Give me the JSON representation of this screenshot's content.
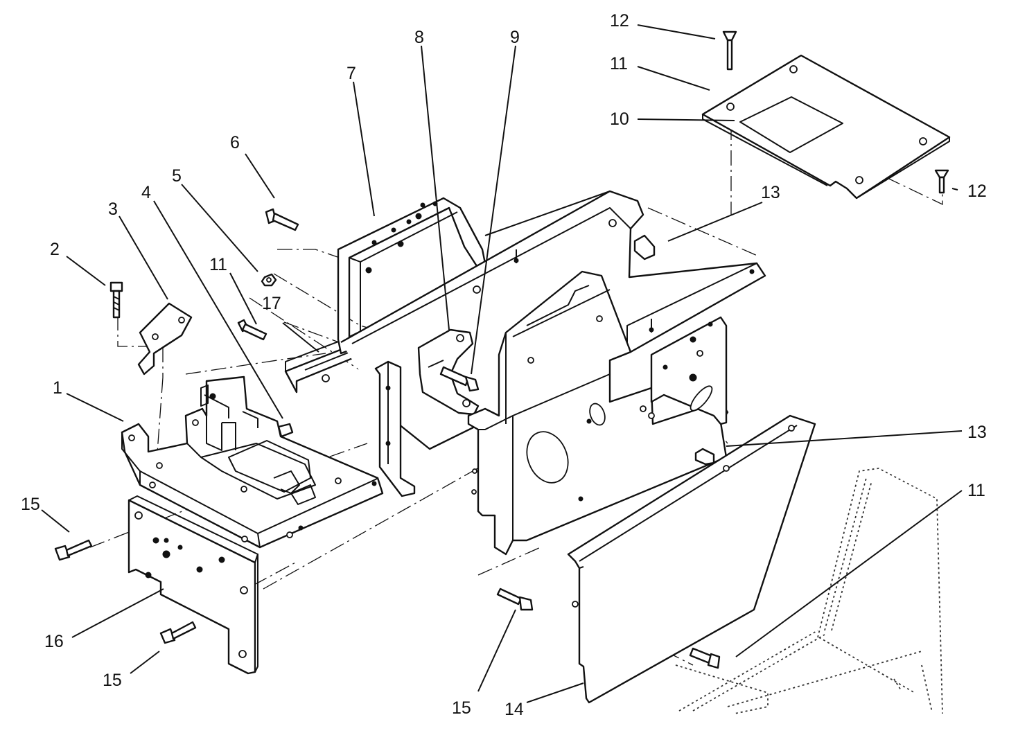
{
  "diagram": {
    "callouts": [
      {
        "id": "c1",
        "text": "1"
      },
      {
        "id": "c2",
        "text": "2"
      },
      {
        "id": "c3",
        "text": "3"
      },
      {
        "id": "c4",
        "text": "4"
      },
      {
        "id": "c5",
        "text": "5"
      },
      {
        "id": "c6",
        "text": "6"
      },
      {
        "id": "c7",
        "text": "7"
      },
      {
        "id": "c8",
        "text": "8"
      },
      {
        "id": "c9",
        "text": "9"
      },
      {
        "id": "c10",
        "text": "10"
      },
      {
        "id": "c11a",
        "text": "11"
      },
      {
        "id": "c11b",
        "text": "11"
      },
      {
        "id": "c11c",
        "text": "11"
      },
      {
        "id": "c12a",
        "text": "12"
      },
      {
        "id": "c12b",
        "text": "12"
      },
      {
        "id": "c13a",
        "text": "13"
      },
      {
        "id": "c13b",
        "text": "13"
      },
      {
        "id": "c14",
        "text": "14"
      },
      {
        "id": "c15a",
        "text": "15"
      },
      {
        "id": "c15b",
        "text": "15"
      },
      {
        "id": "c15c",
        "text": "15"
      },
      {
        "id": "c16",
        "text": "16"
      },
      {
        "id": "c17",
        "text": "17"
      }
    ]
  }
}
